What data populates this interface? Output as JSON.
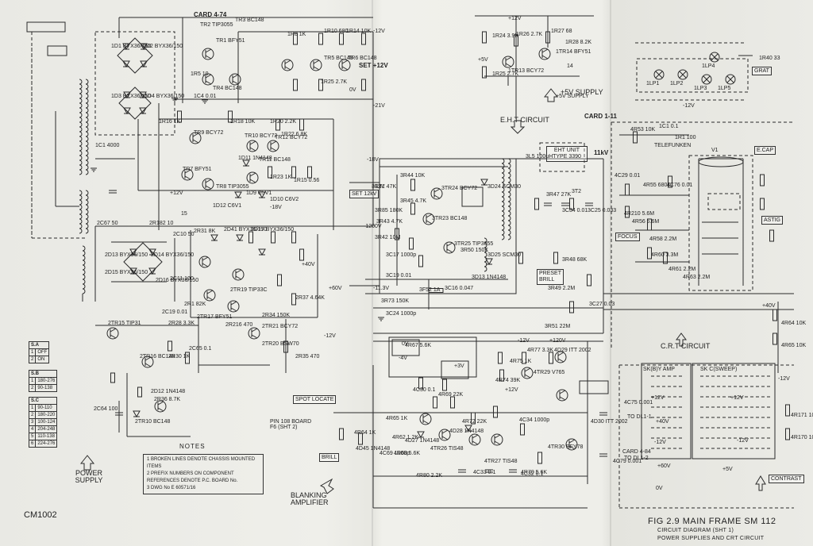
{
  "figure": {
    "title": "FIG 2.9 MAIN FRAME SM 112",
    "subtitle": "CIRCUIT DIAGRAM (SHT 1)",
    "subtitle2": "POWER SUPPLIES AND CRT CIRCUIT",
    "doc_ref": "CM1002"
  },
  "notes": {
    "title": "NOTES",
    "items": [
      "1 BROKEN LINES DENOTE CHASSIS MOUNTED ITEMS",
      "2 PREFIX NUMBERS ON COMPONENT REFERENCES DENOTE P.C. BOARD No.",
      "3 DWG No E 60571/16"
    ]
  },
  "sections": {
    "power_supply": "POWER SUPPLY",
    "supply_5v": "+5V SUPPLY",
    "eht_circuit": "E.H.T CIRCUIT",
    "crt_circuit": "C.R.T CIRCUIT",
    "blanking_amplifier": "BLANKING AMPLIFIER",
    "spot_locate": "SPOT LOCATE",
    "brill": "BRILL",
    "set_12v": "SET +12V",
    "set_12kv": "SET 12kV",
    "preset_brill": "PRESET BRILL",
    "focus": "FOCUS",
    "eht_unit": "EHT UNIT TYPE 3390",
    "eht_out": "11kV",
    "card_1_11": "CARD 1-11",
    "card_4_74": "CARD 4-74",
    "telefunken": "TELEFUNKEN",
    "pin108": "PIN 108 BOARD F6 (SHT 2)",
    "contrast": "CONTRAST",
    "astig": "ASTIG",
    "ecap": "E.CAP",
    "graticule": "GRAT"
  },
  "switch_tables": {
    "sa": {
      "name": "S.A",
      "rows": [
        [
          "1",
          "OFF"
        ],
        [
          "2",
          "ON"
        ]
      ]
    },
    "sb": {
      "name": "S.B",
      "rows": [
        [
          "1",
          "180-276"
        ],
        [
          "2",
          "90-138"
        ]
      ]
    },
    "sc": {
      "name": "S.C",
      "rows": [
        [
          "1",
          "90-110"
        ],
        [
          "2",
          "180-220"
        ],
        [
          "3",
          "100-124"
        ],
        [
          "4",
          "204-248"
        ],
        [
          "5",
          "110-138"
        ],
        [
          "6",
          "224-276"
        ]
      ]
    }
  },
  "components": {
    "ps": [
      "TR2 TIP3055",
      "TR1 BFY51",
      "TR4 BC148",
      "TR3 BC148",
      "TR5 BC148",
      "TR6 BC148",
      "TR7 BFY51",
      "TR8 TIP3055",
      "TR9 BCY72",
      "TR10 BCY72",
      "TR11 BC148",
      "TR12 BCY72",
      "1D1 BYX36/150",
      "1D2 BYX36/150",
      "1D3 BYX36/150",
      "1D4 BYX36/150",
      "1D9 C5V1",
      "1D10 C6V2",
      "1D11 1N4148",
      "1D12 C6V1",
      "1C1 4000",
      "1C4 0.01",
      "1R5 10",
      "1R8 1K",
      "1R10 680",
      "1R14 10K",
      "1R16 1K",
      "1R18 10K",
      "1R20 2.2K",
      "1R22 6.8K",
      "1R23 1K",
      "1R15 0.56",
      "+12V",
      "-12V",
      "0V",
      "-21V",
      "15",
      "-18V",
      "1R25 2.7K"
    ],
    "ps2": [
      "2C67 50",
      "2R182 10",
      "2C10 50",
      "2D13 BYX36/150",
      "2D14 BYX36/150",
      "2D15 BYX36/150",
      "2D16 BYX36/150",
      "2C11 100",
      "2R1 82K",
      "2R31 8K",
      "2D41 BYX36/150",
      "2D17 BYX36/150",
      "2R28 3.3K",
      "2R30 1K",
      "2TR15 TIP31",
      "2TR16 BC148",
      "2TR17 BFY51",
      "2TR19 TIP33C",
      "2R216 470",
      "2TR20 BSW70",
      "2TR21 BCY72",
      "2R34 150K",
      "2R35 470",
      "2R37 4.64K",
      "2R36 8.7K",
      "2TR10 BC148",
      "2D12 1N4148",
      "2C64 100",
      "2C65 0.1",
      "2C19 0.01",
      "+40V",
      "+60V",
      "-12V"
    ],
    "v5": [
      "1R24 3.9K",
      "1R26 2.7K",
      "1R27 68",
      "1R28 8.2K",
      "1R25 2.7K",
      "1TR13 BCY72",
      "1TR14 BFY51",
      "+5V",
      "+12V",
      "14",
      "+5V SUPPLY"
    ],
    "eht": [
      "3R41 47K",
      "3R44 10K",
      "3R45 4.7K",
      "3R43 4.7K",
      "3R42 10M",
      "3R85 180K",
      "3C17 1000p",
      "3C19 0.01",
      "3C24 1000p",
      "3R73 150K",
      "3TR24 BCY72",
      "3TR23 BC148",
      "3TR25 TIP3055",
      "3D24 SCM30",
      "3D25 SCM30",
      "3D13 1N4148",
      "3F52 1A",
      "3C16 0.047",
      "3R47 27K",
      "3C34 0.01",
      "3C25 0.033",
      "3R48 68K",
      "3R49 2.2M",
      "3C27 0.03",
      "3R51 22M",
      "3R50 150K",
      "3L5 100uH",
      "3T2",
      "-1200V",
      "-11.3V",
      "-18V",
      "+12V"
    ],
    "blank": [
      "4R77 3.3K",
      "4R75 1K",
      "4R74 39K",
      "4TR29 V765",
      "4D29 ITT 2002",
      "4TR30 BFY78",
      "4D30 ITT 2002",
      "4R70 5.6K",
      "4C30 0.1",
      "4R69 22K",
      "4R65 1K",
      "4R64 1K",
      "4D45 1N4148",
      "4R62 1.2K",
      "4R72 22K",
      "4C34 1000p",
      "4D27 1N4148",
      "4D28 1N4148",
      "4TR26 TIS48",
      "4TR27 TIS48",
      "4C33 0.1",
      "4C32 0.1",
      "4R80 2.2K",
      "4C69 1000p",
      "4R68 5.6K",
      "4R67 5.6K",
      "+12V",
      "-12V",
      "+120V",
      "0V",
      "+3V",
      "-4V"
    ],
    "crt": [
      "V1",
      "4R53 10K",
      "4R55 680K",
      "4R56 5.6M",
      "4R210 5.6M",
      "4R58 2.2M",
      "4C29 0.01",
      "4C76 0.01",
      "4R60 3.3M",
      "4R61 2.2M",
      "4R63 2.2M",
      "4R64 10K",
      "4R65 10K",
      "+40V",
      "-12V",
      "1C1 0.1",
      "1R1 100"
    ],
    "amp": [
      "SK(B)Y AMP",
      "SK C(SWEEP)",
      "+12V",
      "+12V",
      "-12V",
      "-12V",
      "+40V",
      "+60V",
      "+5V",
      "0V",
      "TO DL1-2",
      "TO DL1-1",
      "4C75 0.001",
      "CARD 4-84",
      "4C79 0.001",
      "4R171 10K",
      "4R170 10K"
    ],
    "graticule": [
      "1LP1",
      "1LP2",
      "1LP3",
      "1LP4",
      "1LP5",
      "1R40 33",
      "-12V"
    ]
  }
}
